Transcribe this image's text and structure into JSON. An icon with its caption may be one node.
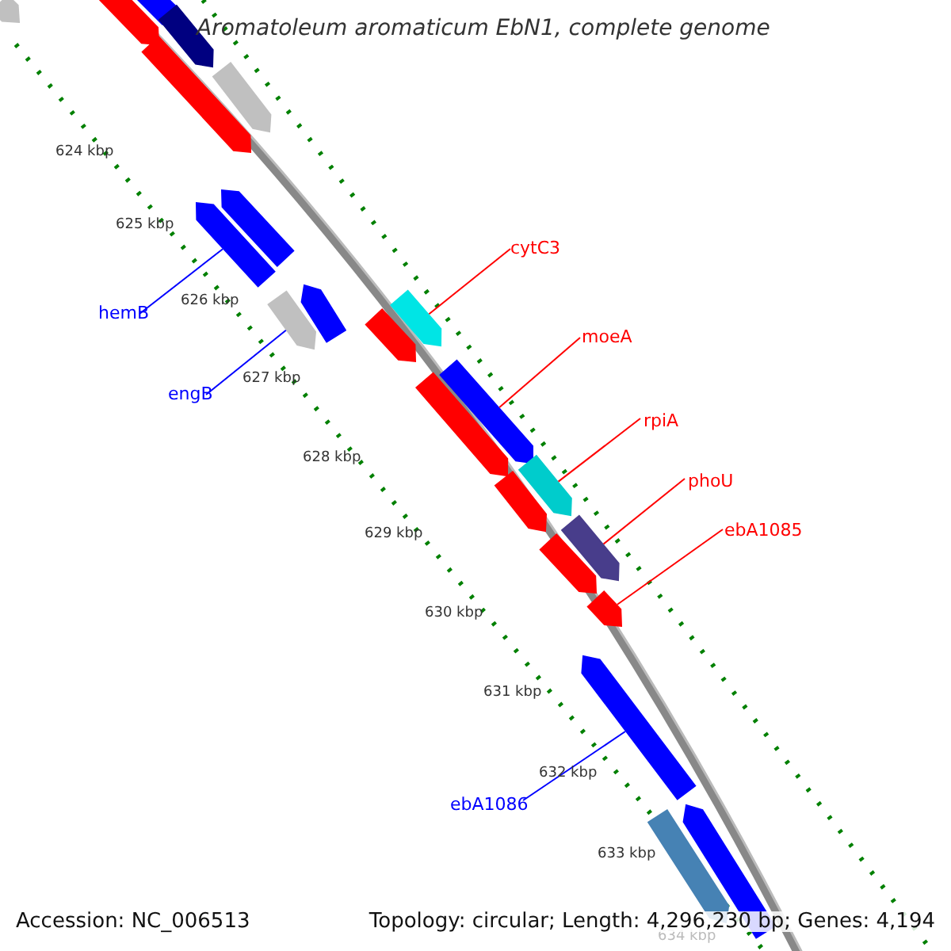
{
  "diagram": {
    "title": "Aromatoleum aromaticum EbN1, complete genome",
    "nodes": [
      {
        "text": [
          "hemB"
        ]
      },
      {
        "text": [
          "engB"
        ]
      },
      {
        "text": [
          "cytC3"
        ]
      },
      {
        "text": [
          "moeA"
        ]
      },
      {
        "text": [
          "rpiA"
        ]
      },
      {
        "text": [
          "phoU"
        ]
      },
      {
        "text": [
          "ebA1085"
        ]
      },
      {
        "text": [
          "ebA1086"
        ]
      },
      {
        "text": [],
        "shape": "bar"
      },
      {
        "text": [],
        "shape": "bar"
      },
      {
        "text": [],
        "shape": "bar"
      },
      {
        "text": [],
        "shape": "bar"
      },
      {
        "text": [],
        "shape": "bar"
      },
      {
        "text": [],
        "shape": "bar"
      },
      {
        "text": [],
        "shape": "bar"
      },
      {
        "text": [],
        "shape": "bar"
      },
      {
        "text": [],
        "shape": "bar"
      },
      {
        "text": [],
        "shape": "bar"
      },
      {
        "text": [],
        "shape": "bar"
      },
      {
        "text": [],
        "shape": "bar"
      },
      {
        "text": [],
        "shape": "bar"
      },
      {
        "text": [],
        "shape": "bar"
      },
      {
        "text": [],
        "shape": "bar"
      },
      {
        "text": [],
        "shape": "bar"
      },
      {
        "text": [],
        "shape": "bar"
      },
      {
        "text": [],
        "shape": "bar"
      },
      {
        "text": [],
        "shape": "bar"
      },
      {
        "text": [],
        "shape": "bar"
      },
      {
        "text": [],
        "shape": "bar"
      },
      {
        "text": [],
        "shape": "bar"
      }
    ],
    "edges": [
      {
        "from": 0,
        "to": 8,
        "arrow": "none",
        "color": "#0000ff"
      },
      {
        "from": 1,
        "to": 9,
        "arrow": "none",
        "color": "#0000ff"
      },
      {
        "from": 2,
        "to": 10,
        "arrow": "none"
      },
      {
        "from": 3,
        "to": 11,
        "arrow": "none"
      },
      {
        "from": 4,
        "to": 12,
        "arrow": "none"
      },
      {
        "from": 5,
        "to": 13,
        "arrow": "none"
      },
      {
        "from": 6,
        "to": 14,
        "arrow": "none"
      },
      {
        "from": 7,
        "to": 15,
        "arrow": "none",
        "color": "#0000ff"
      }
    ],
    "labels": [
      "624 kbp",
      "625 kbp",
      "626 kbp",
      "627 kbp",
      "628 kbp",
      "629 kbp",
      "630 kbp",
      "631 kbp",
      "632 kbp",
      "633 kbp",
      "634 kbp",
      "Accession: NC_006513",
      "Topology: circular; Length: 4,296,230 bp; Genes: 4,194"
    ]
  }
}
